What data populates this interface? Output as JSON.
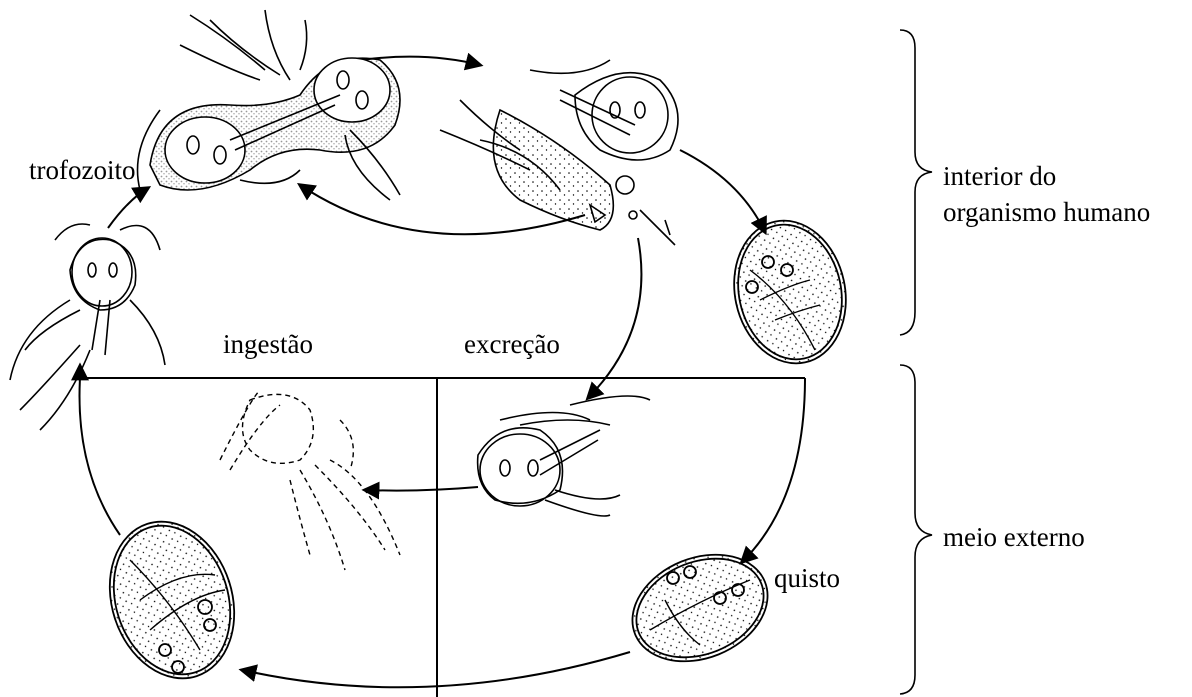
{
  "labels": {
    "trofozoito": "trofozoito",
    "ingestao": "ingestão",
    "excrecao": "excreção",
    "quisto": "quisto",
    "interior_line1": "interior do",
    "interior_line2": "organismo humano",
    "meio_externo": "meio externo"
  },
  "stages": [
    "dividing-trophozoite",
    "trophozoite-encysting",
    "cyst-intestine",
    "excreted-trophozoite",
    "excreted-cyst",
    "degenerating-trophozoite",
    "ingested-cyst",
    "excysting-trophozoite"
  ]
}
